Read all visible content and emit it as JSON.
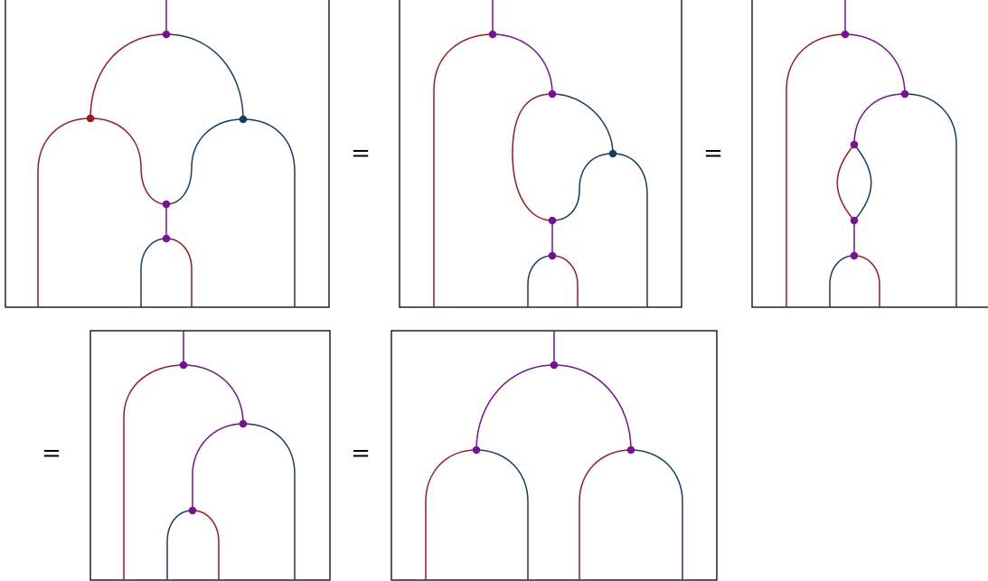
{
  "equation": {
    "symbols": [
      "=",
      "=",
      "=",
      "="
    ]
  },
  "colors": {
    "red": "#a0171c",
    "blue": "#143d6b",
    "purple": "#7a0f99",
    "frame": "#000000"
  },
  "panels": [
    {
      "id": "panel-1",
      "vertices": [
        "purple",
        "red",
        "blue",
        "purple",
        "purple"
      ]
    },
    {
      "id": "panel-2",
      "vertices": [
        "purple",
        "purple",
        "blue",
        "purple",
        "purple"
      ]
    },
    {
      "id": "panel-3",
      "vertices": [
        "purple",
        "purple",
        "purple",
        "purple",
        "purple"
      ]
    },
    {
      "id": "panel-4",
      "vertices": [
        "purple",
        "purple",
        "purple"
      ]
    },
    {
      "id": "panel-5",
      "vertices": [
        "purple",
        "purple",
        "purple"
      ]
    }
  ]
}
